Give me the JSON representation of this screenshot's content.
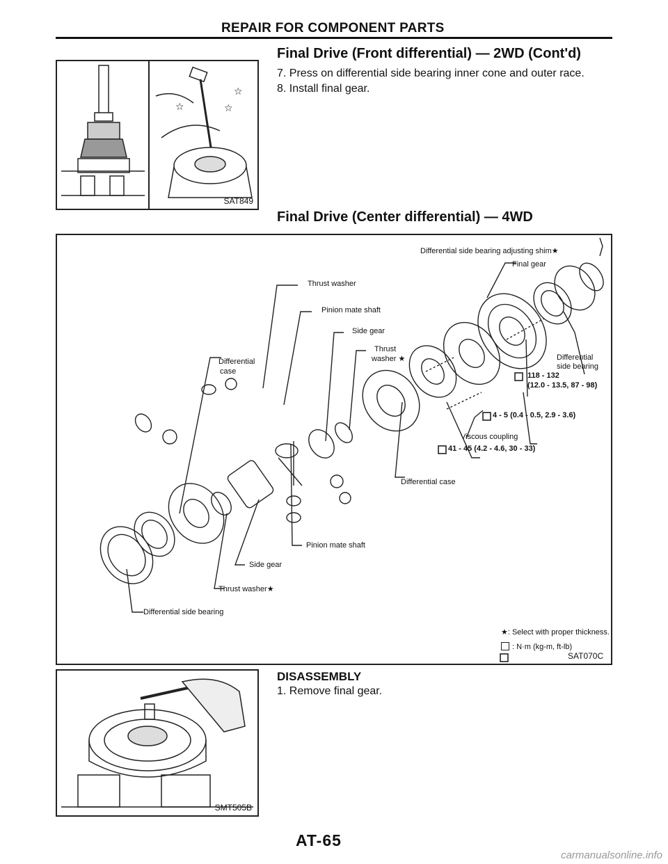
{
  "header": {
    "title": "REPAIR FOR COMPONENT PARTS"
  },
  "sections": {
    "front_diff": {
      "title": "Final Drive (Front differential) — 2WD (Cont'd)",
      "steps": [
        "7. Press on differential side bearing inner cone and outer race.",
        "8. Install final gear."
      ],
      "figure_code": "SAT849"
    },
    "center_diff": {
      "title": "Final Drive (Center differential) — 4WD",
      "figure_code": "SAT070C",
      "labels": {
        "adj_shim": "Differential side bearing adjusting shim★",
        "final_gear": "Final gear",
        "thrust_washer_top": "Thrust washer",
        "pinion_shaft_top": "Pinion mate shaft",
        "side_gear_top": "Side gear",
        "thrust_washer_star_1": "Thrust",
        "thrust_washer_star_2": "washer ★",
        "diff_case_left_1": "Differential",
        "diff_case_left_2": "case",
        "diff_bearing_right_1": "Differential",
        "diff_bearing_right_2": "side bearing",
        "torque_1_a": "118 - 132",
        "torque_1_b": "(12.0 - 13.5, 87 - 98)",
        "torque_2": "4 - 5 (0.4 - 0.5, 2.9 - 3.6)",
        "viscous": "Viscous coupling",
        "torque_3": "41 - 45 (4.2 - 4.6, 30 - 33)",
        "diff_case_mid": "Differential case",
        "pinion_shaft_bottom": "Pinion mate shaft",
        "side_gear_bottom": "Side gear",
        "thrust_washer_bottom": "Thrust washer★",
        "diff_bearing_bottom": "Differential side bearing",
        "note": "★: Select with proper thickness.",
        "unit": ": N·m (kg-m, ft-lb)"
      }
    },
    "disassembly": {
      "title": "DISASSEMBLY",
      "steps": [
        "1. Remove final gear."
      ],
      "figure_code": "SMT505B"
    }
  },
  "footer": {
    "page": "AT-65",
    "watermark": "carmanualsonline.info"
  }
}
